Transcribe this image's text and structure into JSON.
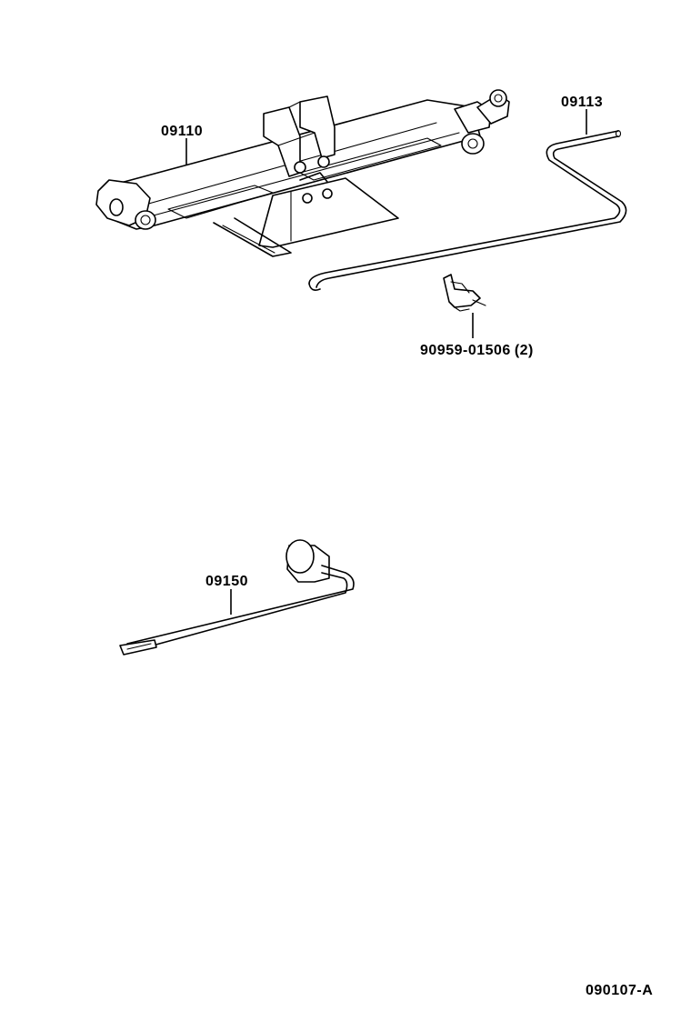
{
  "parts": {
    "jack": {
      "number": "09110"
    },
    "jack_handle": {
      "number": "09113"
    },
    "clamp": {
      "number": "90959-01506",
      "qty": "(2)"
    },
    "wrench": {
      "number": "09150"
    }
  },
  "figure_id": "090107-A",
  "colors": {
    "line": "#000000",
    "background": "#ffffff"
  }
}
